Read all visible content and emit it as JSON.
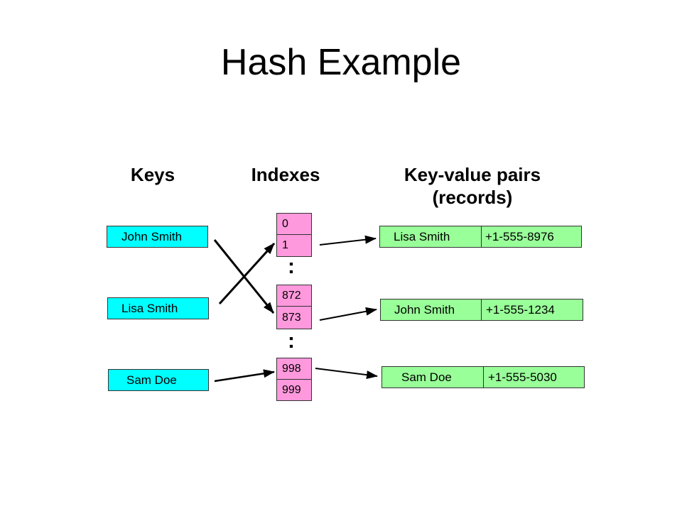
{
  "title": "Hash Example",
  "headings": {
    "keys": "Keys",
    "indexes": "Indexes",
    "records_line1": "Key-value pairs",
    "records_line2": "(records)"
  },
  "keys": [
    "John Smith",
    "Lisa Smith",
    "Sam Doe"
  ],
  "indexes": [
    "0",
    "1",
    "872",
    "873",
    "998",
    "999"
  ],
  "ellipsis": ":",
  "records": [
    {
      "name": "Lisa Smith",
      "phone": "+1-555-8976"
    },
    {
      "name": "John Smith",
      "phone": "+1-555-1234"
    },
    {
      "name": "Sam Doe",
      "phone": "+1-555-5030"
    }
  ],
  "mappings": [
    {
      "key": "John Smith",
      "index": "873"
    },
    {
      "key": "Lisa Smith",
      "index": "1"
    },
    {
      "key": "Sam Doe",
      "index": "998"
    },
    {
      "index": "1",
      "record": "Lisa Smith"
    },
    {
      "index": "873",
      "record": "John Smith"
    },
    {
      "index": "998",
      "record": "Sam Doe"
    }
  ],
  "colors": {
    "key_fill": "#00ffff",
    "index_fill": "#ff99dd",
    "record_fill": "#99ff99"
  }
}
